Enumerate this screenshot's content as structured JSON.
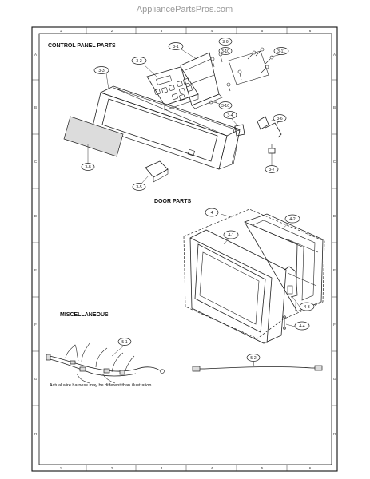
{
  "watermark": "AppliancePartsPros.com",
  "sections": {
    "control_panel": "CONTROL PANEL PARTS",
    "door": "DOOR PARTS",
    "misc": "MISCELLANEOUS"
  },
  "note": "Actual wire harness may be different than illustration.",
  "callouts": {
    "c3_1": "3-1",
    "c3_2": "3-2",
    "c3_3": "3-3",
    "c3_4": "3-4",
    "c3_5": "3-5",
    "c3_6": "3-6",
    "c3_7": "3-7",
    "c3_8": "3-8",
    "c3_9": "3-9",
    "c3_10": "3-10",
    "c3_11": "3-11",
    "c4": "4",
    "c4_1": "4-1",
    "c4_2": "4-2",
    "c4_3": "4-3",
    "c4_4": "4-4",
    "c5_1": "5-1",
    "c5_2": "5-2"
  },
  "grid": {
    "cols": [
      "1",
      "2",
      "3",
      "4",
      "5",
      "6"
    ],
    "rows": [
      "A",
      "B",
      "C",
      "D",
      "E",
      "F",
      "G",
      "H"
    ]
  }
}
